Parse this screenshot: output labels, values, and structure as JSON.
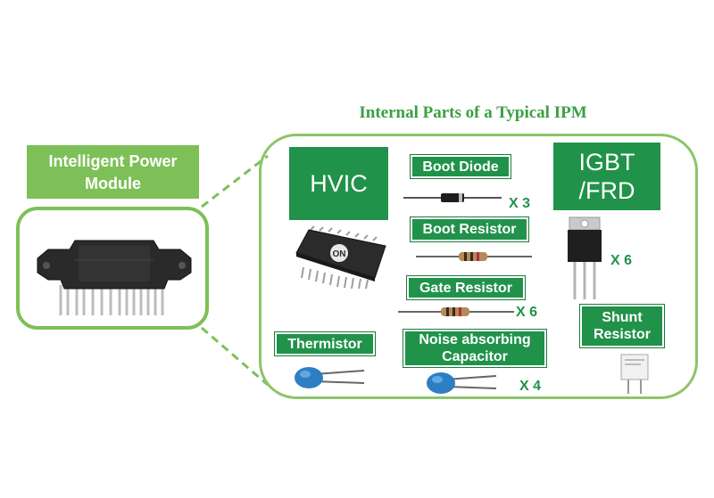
{
  "title": "Internal Parts of a Typical IPM",
  "module_label": {
    "line1": "Intelligent Power",
    "line2": "Module"
  },
  "parts": {
    "hvic": "HVIC",
    "igbt_line1": "IGBT",
    "igbt_line2": "/FRD",
    "boot_diode": "Boot Diode",
    "boot_diode_qty": "X 3",
    "boot_resistor": "Boot Resistor",
    "gate_resistor": "Gate Resistor",
    "gate_resistor_qty": "X 6",
    "igbt_qty": "X 6",
    "shunt_line1": "Shunt",
    "shunt_line2": "Resistor",
    "thermistor": "Thermistor",
    "noise_line1": "Noise absorbing",
    "noise_line2": "Capacitor",
    "capacitor_qty": "X 4"
  },
  "chip_logo": "ON",
  "colors": {
    "dark_green": "#21924a",
    "light_green": "#7dc057",
    "title_green": "#3aa042",
    "capacitor_blue": "#2d7fc1"
  }
}
